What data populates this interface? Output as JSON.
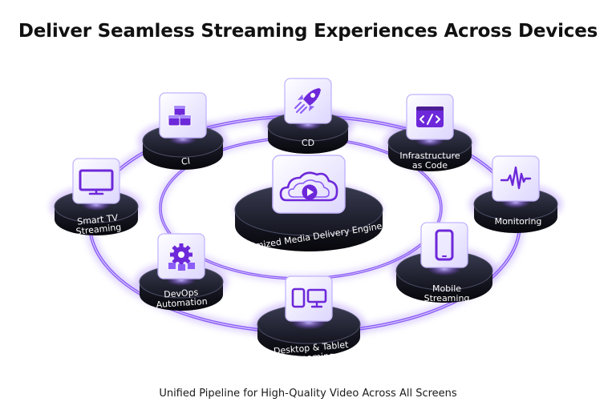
{
  "header": {
    "title": "Deliver Seamless Streaming Experiences Across Devices"
  },
  "footer": {
    "caption": "Unified Pipeline for High-Quality Video Across All Screens"
  },
  "hub": {
    "label": "Optimized Media Delivery Engine",
    "icon": "cloud-play-icon"
  },
  "nodes": [
    {
      "id": "ci",
      "lines": [
        "CI"
      ],
      "icon": "cubes-icon"
    },
    {
      "id": "cd",
      "lines": [
        "CD"
      ],
      "icon": "rocket-icon"
    },
    {
      "id": "iac",
      "lines": [
        "Infrastructure",
        "as Code"
      ],
      "icon": "code-icon"
    },
    {
      "id": "monitoring",
      "lines": [
        "Monitoring"
      ],
      "icon": "waveform-icon"
    },
    {
      "id": "mobile",
      "lines": [
        "Mobile",
        "Streaming"
      ],
      "icon": "smartphone-icon"
    },
    {
      "id": "desktop",
      "lines": [
        "Desktop & Tablet",
        "Streaming"
      ],
      "icon": "devices-icon"
    },
    {
      "id": "devops",
      "lines": [
        "DevOps",
        "Automation"
      ],
      "icon": "gear-icon"
    },
    {
      "id": "smarttv",
      "lines": [
        "Smart TV",
        "Streaming"
      ],
      "icon": "tv-icon"
    }
  ],
  "colors": {
    "accent": "#8b5cf6",
    "glow": "#a78bfa",
    "pedestal": "#1e1f2e",
    "title": "#111111"
  }
}
